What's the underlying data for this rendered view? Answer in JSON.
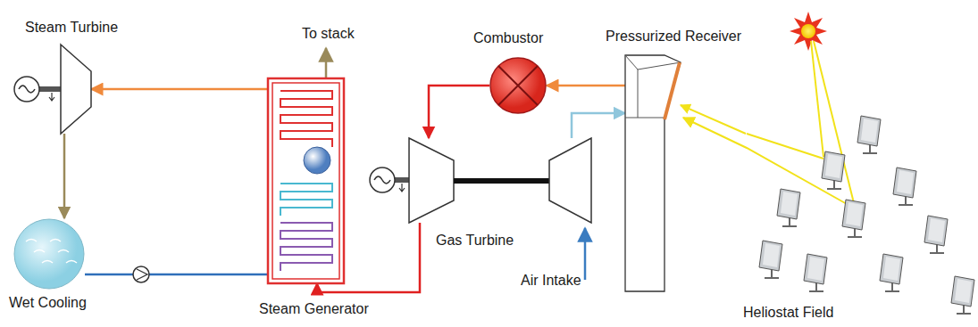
{
  "diagram": {
    "nodes": [
      {
        "text": [
          "Steam Turbine"
        ]
      },
      {
        "text": [
          "Wet Cooling"
        ]
      },
      {
        "text": [
          "Steam Generator"
        ]
      },
      {
        "text": [
          "Combustor"
        ]
      },
      {
        "text": [
          "Gas Turbine"
        ]
      },
      {
        "text": [
          "Pressurized Receiver"
        ]
      },
      {
        "text": [
          "Heliostat Field"
        ]
      }
    ],
    "edges": [
      {
        "from": 2,
        "to": 0,
        "arrow": "to"
      },
      {
        "from": 0,
        "to": 1,
        "arrow": "to"
      },
      {
        "from": 1,
        "to": 2,
        "arrow": "none"
      },
      {
        "from": 4,
        "to": 2,
        "arrow": "to"
      },
      {
        "from": 3,
        "to": 4,
        "arrow": "to"
      },
      {
        "from": 5,
        "to": 3,
        "arrow": "to"
      },
      {
        "from": 4,
        "to": 5,
        "arrow": "to"
      },
      {
        "from": 6,
        "to": 5,
        "arrow": "to"
      }
    ],
    "labels": [
      "To stack",
      "Air Intake"
    ]
  }
}
